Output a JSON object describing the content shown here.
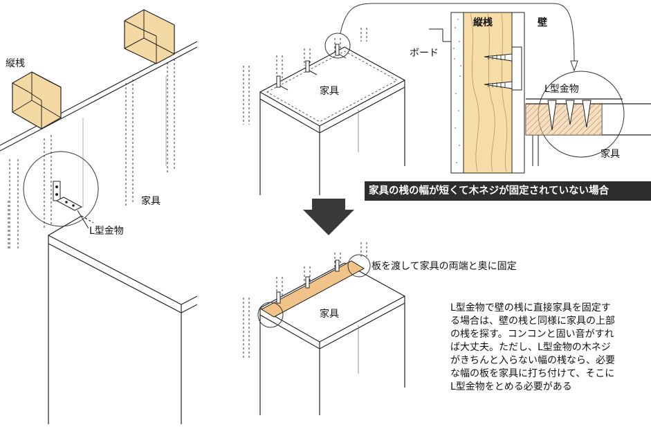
{
  "labels": {
    "tatesan_left": "縦桟",
    "kagu_left": "家具",
    "l_bracket_left": "L型金物",
    "kagu_top_center": "家具",
    "tatesan_detail": "縦桟",
    "kabe_detail": "壁",
    "board_detail": "ボード",
    "l_bracket_detail": "L型金物",
    "kagu_detail": "家具",
    "kagu_bottom_center": "家具",
    "plank_note": "板を渡して家具の両端と奥に固定"
  },
  "banner": "家具の桟の幅が短くて木ネジが固定されていない場合",
  "caption_lines": [
    "L型金物で壁の桟に直接家具を固定す",
    "る場合は、壁の桟と同様に家具の上部",
    "の桟を探す。コンコンと固い音がすれ",
    "ば大丈夫。ただし、L型金物の木ネジ",
    "がきちんと入らない幅の桟なら、必要",
    "な幅の板を家具に打ち付けて、そこに",
    "L型金物をとめる必要がある"
  ],
  "colors": {
    "wood": "#f6dca6",
    "wood_stud": "#f4d9a4",
    "plank": "#f1c389",
    "line": "#222222",
    "banner_bg": "#2e2e2e",
    "arrow": "#3a3a3a"
  }
}
